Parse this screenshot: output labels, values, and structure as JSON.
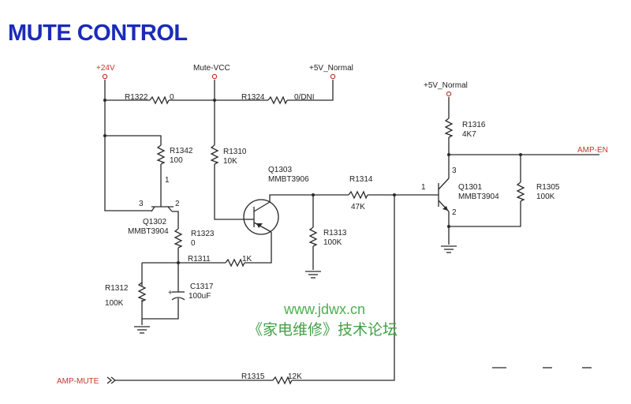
{
  "title": "MUTE CONTROL",
  "rails": {
    "v24": "+24V",
    "mute_vcc": "Mute-VCC",
    "v5_normal_a": "+5V_Normal",
    "v5_normal_b": "+5V_Normal"
  },
  "nets": {
    "amp_en": "AMP-EN",
    "amp_mute": "AMP-MUTE"
  },
  "resistors": {
    "r1322": {
      "ref": "R1322",
      "value": "0"
    },
    "r1324": {
      "ref": "R1324",
      "value": "0/DNI"
    },
    "r1342": {
      "ref": "R1342",
      "value": "100"
    },
    "r1310": {
      "ref": "R1310",
      "value": "10K"
    },
    "r1323": {
      "ref": "R1323",
      "value": "0"
    },
    "r1311": {
      "ref": "R1311",
      "value": "1K"
    },
    "r1312": {
      "ref": "R1312",
      "value": "100K"
    },
    "r1314": {
      "ref": "R1314",
      "value": "47K"
    },
    "r1313": {
      "ref": "R1313",
      "value": "100K"
    },
    "r1316": {
      "ref": "R1316",
      "value": "4K7"
    },
    "r1305": {
      "ref": "R1305",
      "value": "100K"
    },
    "r1315": {
      "ref": "R1315",
      "value": "12K"
    }
  },
  "capacitors": {
    "c1317": {
      "ref": "C1317",
      "value": "100uF"
    }
  },
  "transistors": {
    "q1302": {
      "ref": "Q1302",
      "part": "MMBT3904",
      "pin_c": "1",
      "pin_b": "2",
      "pin_e": "3"
    },
    "q1303": {
      "ref": "Q1303",
      "part": "MMBT3906"
    },
    "q1301": {
      "ref": "Q1301",
      "part": "MMBT3904",
      "pin_b": "1",
      "pin_c": "3",
      "pin_e": "2"
    }
  },
  "watermark": {
    "url": "www.jdwx.cn",
    "text": "《家电维修》技术论坛"
  },
  "colors": {
    "title": "#1b2bb8",
    "wire": "#2a2a2a",
    "net_label": "#c0392b",
    "watermark": "#4caf50"
  }
}
